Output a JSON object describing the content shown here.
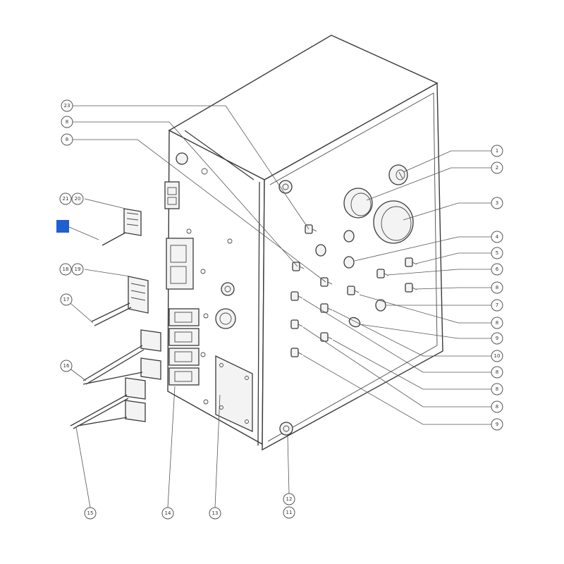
{
  "callouts": [
    {
      "id": "c1",
      "label": "1"
    },
    {
      "id": "c2",
      "label": "2"
    },
    {
      "id": "c3",
      "label": "3"
    },
    {
      "id": "c4",
      "label": "4"
    },
    {
      "id": "c5",
      "label": "5"
    },
    {
      "id": "c6",
      "label": "6"
    },
    {
      "id": "c7",
      "label": "8"
    },
    {
      "id": "c8",
      "label": "7"
    },
    {
      "id": "c9",
      "label": "8"
    },
    {
      "id": "c10",
      "label": "9"
    },
    {
      "id": "c11",
      "label": "10"
    },
    {
      "id": "c12",
      "label": "8"
    },
    {
      "id": "c13",
      "label": "8"
    },
    {
      "id": "c14",
      "label": "8"
    },
    {
      "id": "c15",
      "label": "9"
    },
    {
      "id": "c16",
      "label": "12"
    },
    {
      "id": "c17",
      "label": "11"
    },
    {
      "id": "c18",
      "label": "13"
    },
    {
      "id": "c19",
      "label": "14"
    },
    {
      "id": "c20",
      "label": "15"
    },
    {
      "id": "c21",
      "label": "16"
    },
    {
      "id": "c22",
      "label": "17"
    },
    {
      "id": "c23",
      "label": "18"
    },
    {
      "id": "c24",
      "label": "19"
    },
    {
      "id": "c25",
      "label": "21"
    },
    {
      "id": "c26",
      "label": "20"
    },
    {
      "id": "c27",
      "label": "8"
    },
    {
      "id": "c28",
      "label": "8"
    },
    {
      "id": "c29",
      "label": "23"
    }
  ],
  "highlight": {
    "color": "#1f5fd1"
  }
}
